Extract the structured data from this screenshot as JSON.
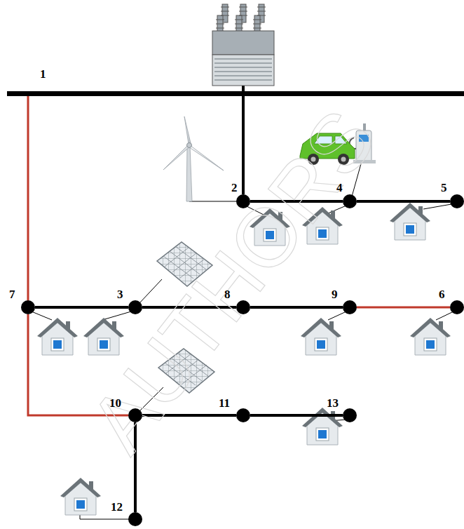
{
  "diagram": {
    "nodes": [
      {
        "text": [
          "1"
        ]
      },
      {
        "text": [
          "2"
        ]
      },
      {
        "text": [
          "4"
        ]
      },
      {
        "text": [
          "5"
        ]
      },
      {
        "text": [
          "7"
        ]
      },
      {
        "text": [
          "3"
        ]
      },
      {
        "text": [
          "8"
        ]
      },
      {
        "text": [
          "9"
        ]
      },
      {
        "text": [
          "6"
        ]
      },
      {
        "text": [
          "10"
        ]
      },
      {
        "text": [
          "11"
        ]
      },
      {
        "text": [
          "13"
        ]
      },
      {
        "text": [
          "12"
        ]
      }
    ],
    "edges": [
      {
        "from": 0,
        "to": 1,
        "arrow": "none"
      },
      {
        "from": 1,
        "to": 2,
        "arrow": "none"
      },
      {
        "from": 2,
        "to": 3,
        "arrow": "none"
      },
      {
        "from": 0,
        "to": 4,
        "arrow": "none"
      },
      {
        "from": 4,
        "to": 5,
        "arrow": "none"
      },
      {
        "from": 5,
        "to": 6,
        "arrow": "none"
      },
      {
        "from": 6,
        "to": 7,
        "arrow": "none"
      },
      {
        "from": 7,
        "to": 8,
        "arrow": "none"
      },
      {
        "from": 4,
        "to": 9,
        "arrow": "none"
      },
      {
        "from": 9,
        "to": 10,
        "arrow": "none"
      },
      {
        "from": 10,
        "to": 11,
        "arrow": "none"
      },
      {
        "from": 9,
        "to": 12,
        "arrow": "none"
      }
    ],
    "labels": [
      "AUTHORS"
    ]
  }
}
